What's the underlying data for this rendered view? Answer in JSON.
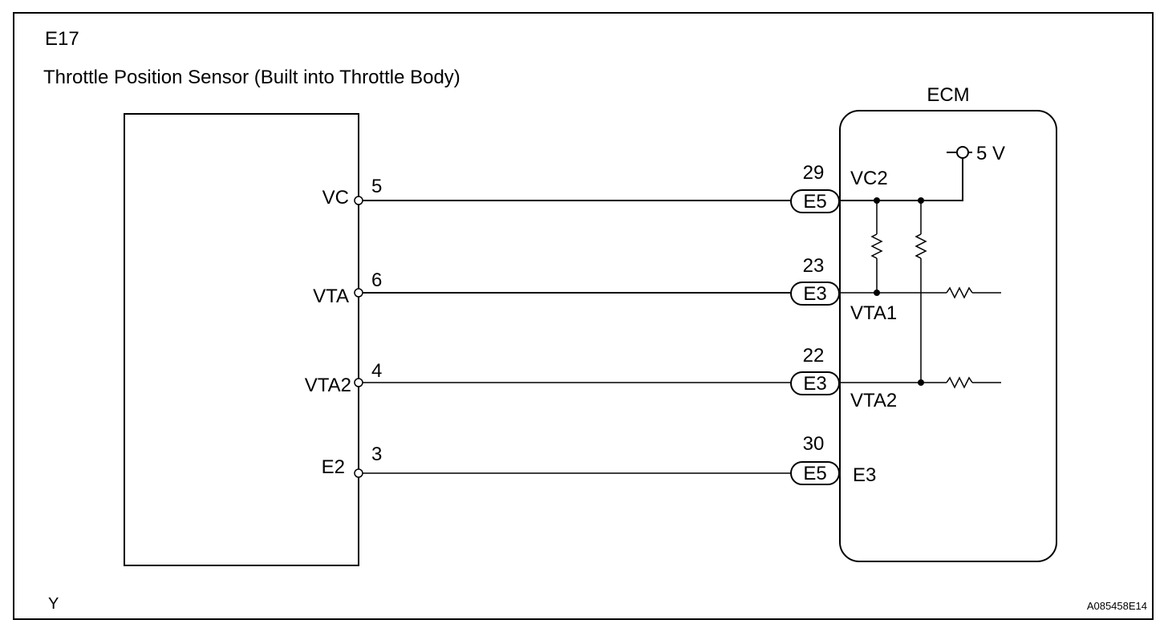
{
  "header": {
    "component_code": "E17",
    "component_name": "Throttle Position Sensor (Built into Throttle Body)"
  },
  "ecm": {
    "title": "ECM",
    "supply": "5 V"
  },
  "sensor_pins": [
    {
      "name": "VC",
      "pin": "5"
    },
    {
      "name": "VTA",
      "pin": "6"
    },
    {
      "name": "VTA2",
      "pin": "4"
    },
    {
      "name": "E2",
      "pin": "3"
    }
  ],
  "ecm_terminals": [
    {
      "pin": "29",
      "connector": "E5",
      "name": "VC2"
    },
    {
      "pin": "23",
      "connector": "E3",
      "name": "VTA1"
    },
    {
      "pin": "22",
      "connector": "E3",
      "name": "VTA2"
    },
    {
      "pin": "30",
      "connector": "E5",
      "name": "E3"
    }
  ],
  "footer": {
    "left_code": "Y",
    "figure_id": "A085458E14"
  }
}
